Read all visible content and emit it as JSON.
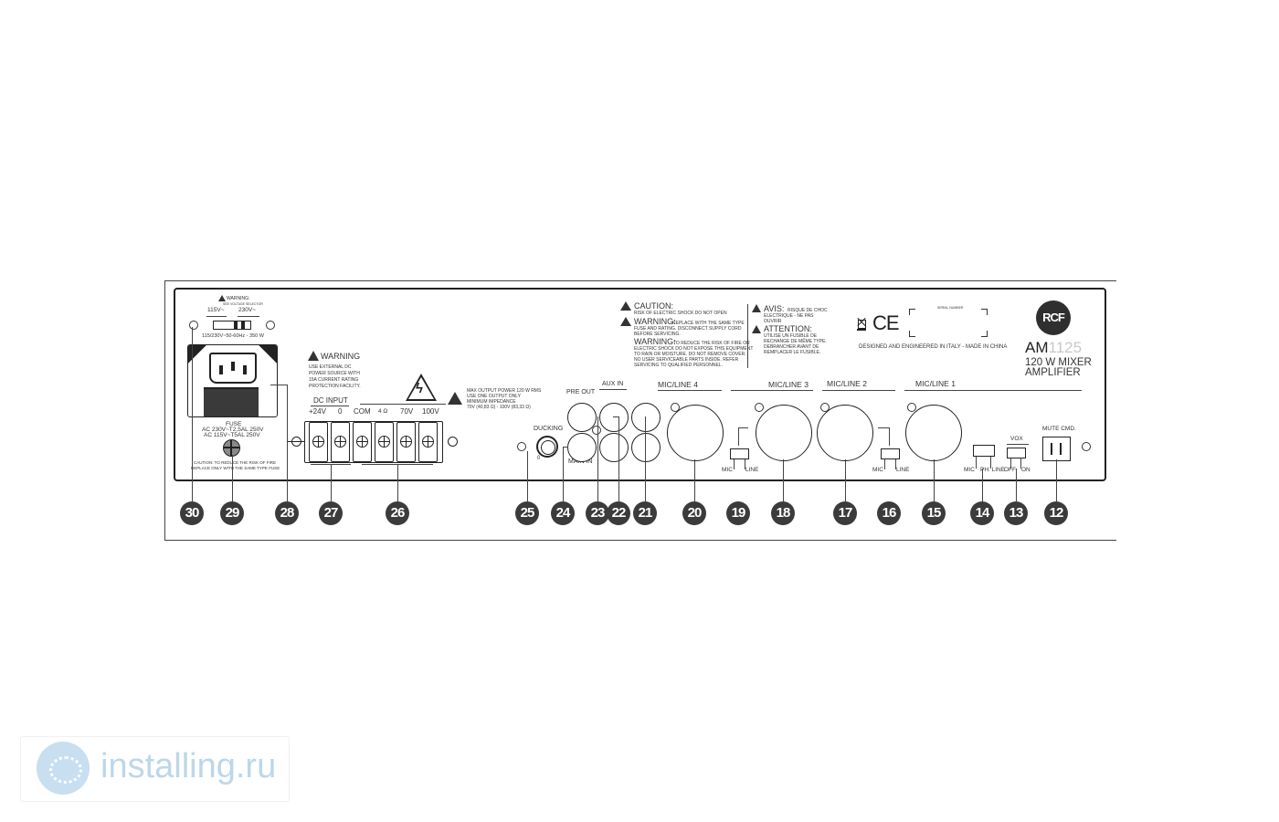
{
  "power": {
    "warning_title": "WARNING:",
    "warning_sub": "SEE VOLTAGE SELECTOR",
    "v115": "115V~",
    "v230": "230V~",
    "rating": "115/230V~50-60Hz - 350 W",
    "fuse_title": "FUSE",
    "fuse_230": "AC 230V~T2,5AL  250V",
    "fuse_115": "AC 115V~T5AL  250V",
    "fuse_caution_1": "CAUTION: TO REDUCE THE RISK OF FIRE",
    "fuse_caution_2": "REPLACE ONLY WITH THE SAME TYPE FUSE"
  },
  "dc": {
    "warning_title": "WARNING",
    "warning_lines": [
      "USE EXTERNAL DC",
      "POWER SOURCE WITH",
      "15A CURRENT RATING",
      "PROTECTION FACILITY."
    ],
    "section": "DC  INPUT",
    "plus": "+24V",
    "zero": "0"
  },
  "speaker": {
    "com": "COM",
    "ohm": "4 Ω",
    "v70": "70V",
    "v100": "100V",
    "max_lines": [
      "MAX OUTPUT POWER 120 W RMS",
      "USE ONE OUTPUT ONLY",
      "MINIMUM IMPEDANCE",
      "70V (40,83 Ω) - 100V (83,33 Ω)"
    ]
  },
  "inputs": {
    "ducking": "DUCKING",
    "ducking_zero": "0",
    "pre_out": "PRE OUT",
    "main_in": "MAIN IN",
    "aux_in": "AUX IN",
    "mic4": "MIC/LINE 4",
    "mic3": "MIC/LINE 3",
    "mic2": "MIC/LINE 2",
    "mic1": "MIC/LINE 1",
    "mic": "MIC",
    "line": "LINE",
    "ph_line": "PH. LINE",
    "vox": "VOX",
    "off": "OFF",
    "on": "ON",
    "mute": "MUTE CMD."
  },
  "caution": {
    "caution_title": "CAUTION:",
    "caution_text": "RISK OF ELECTRIC SHOCK DO NOT OPEN",
    "warning1_title": "WARNING:",
    "warning1_lines": [
      "REPLACE WITH THE SAME TYPE",
      "FUSE AND RATING. DISCONNECT SUPPLY CORD",
      "BEFORE SERVICING."
    ],
    "warning2_title": "WARNING:",
    "warning2_lines": [
      "TO REDUCE THE RISK OF FIRE OR",
      "ELECTRIC SHOCK DO NOT EXPOSE THIS EQUIPMENT",
      "TO RAIN OR MOISTURE. DO NOT REMOVE COVER.",
      "NO USER SERVICEABLE PARTS INSIDE. REFER",
      "SERVICING TO QUALIFIED PERSONNEL."
    ],
    "avis_title": "AVIS:",
    "avis_lines": [
      "RISQUE DE CHOC",
      "ELECTRIQUE - NE PAS",
      "OUVRIR"
    ],
    "attention_title": "ATTENTION:",
    "attention_lines": [
      "UTILISE UN FUSIBLE DE",
      "RECHANGE DE MÊME TYPE.",
      "DEBRANCHER AVANT DE",
      "REMPLACER LE FUSIBLE."
    ]
  },
  "brand": {
    "serial": "SERIAL NUMBER",
    "ce": "CE",
    "designed": "DESIGNED AND ENGINEERED IN ITALY - MADE IN CHINA",
    "logo": "RCF",
    "model_a": "AM",
    "model_b": "1125",
    "desc1": "120 W MIXER",
    "desc2": "AMPLIFIER"
  },
  "callouts": [
    "30",
    "29",
    "28",
    "27",
    "26",
    "25",
    "24",
    "23",
    "22",
    "21",
    "20",
    "19",
    "18",
    "17",
    "16",
    "15",
    "14",
    "13",
    "12"
  ],
  "watermark": "installing.ru",
  "colors": {
    "callout": "#3b3b3b",
    "line": "#222222",
    "watermark": "#bcd7ea"
  }
}
